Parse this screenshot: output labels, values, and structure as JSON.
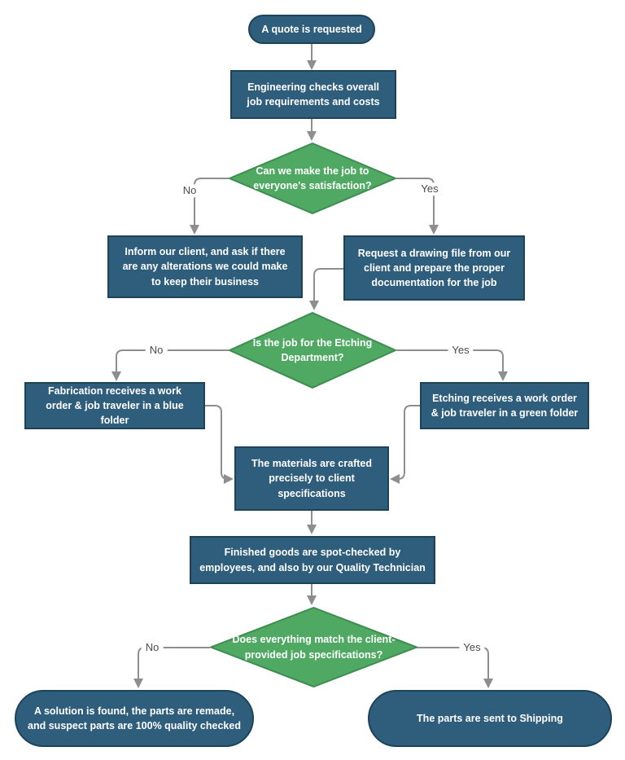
{
  "diagram": {
    "type": "flowchart",
    "nodes": {
      "quote": {
        "shape": "terminator",
        "label": "A quote is requested"
      },
      "engineering": {
        "shape": "process",
        "label": "Engineering  checks overall job requirements and costs"
      },
      "decision_satisfaction": {
        "shape": "decision",
        "label": "Can we make the job to everyone's satisfaction?"
      },
      "inform_client": {
        "shape": "process",
        "label": "Inform our client, and ask if there are any alterations we could make to keep their business"
      },
      "request_drawing": {
        "shape": "process",
        "label": "Request a drawing file from our client and prepare the proper documentation for the job"
      },
      "decision_etching": {
        "shape": "decision",
        "label": "Is the job for the Etching Department?"
      },
      "fabrication": {
        "shape": "process",
        "label": "Fabrication receives a work order & job traveler in a blue folder"
      },
      "etching": {
        "shape": "process",
        "label": "Etching receives a work order & job traveler in a green folder"
      },
      "materials": {
        "shape": "process",
        "label": "The materials are crafted precisely to  client specifications"
      },
      "finished_goods": {
        "shape": "process",
        "label": "Finished goods are spot-checked by employees, and also by our Quality Technician"
      },
      "decision_match": {
        "shape": "decision",
        "label": "Does everything match the client-provided job specifications?"
      },
      "solution": {
        "shape": "terminator",
        "label": "A solution is found, the parts are remade, and suspect parts are 100% quality checked"
      },
      "shipping": {
        "shape": "terminator",
        "label": "The parts are sent to Shipping"
      }
    },
    "edge_labels": {
      "satisfaction_no": "No",
      "satisfaction_yes": "Yes",
      "etching_no": "No",
      "etching_yes": "Yes",
      "match_no": "No",
      "match_yes": "Yes"
    },
    "colors": {
      "node_fill": "#2F5D7C",
      "node_border": "#1D4359",
      "decision_fill": "#4FA963",
      "decision_border": "#3E8C50",
      "connector": "#8E8E8E",
      "label_text": "#4B4B4B",
      "node_text": "#FFFFFF",
      "background": "#FFFFFF"
    }
  }
}
